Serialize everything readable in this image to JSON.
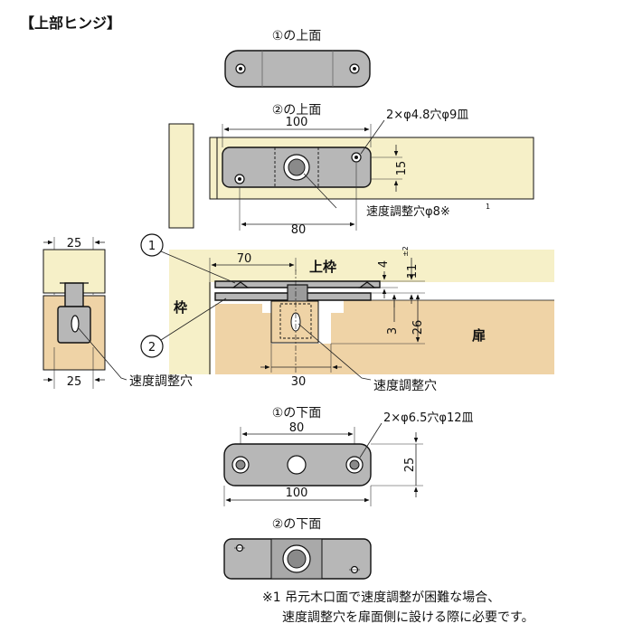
{
  "title": "【上部ヒンジ】",
  "views": {
    "top1": "①の上面",
    "top2": "②の上面",
    "bottom1": "①の下面",
    "bottom2": "②の下面"
  },
  "dims": {
    "top2_width": "100",
    "top2_pitch": "80",
    "top2_height": "15",
    "top2_holes": "2×φ4.8穴φ9皿",
    "top2_speed_hole": "速度調整穴φ8※",
    "top2_speed_mark": "1",
    "side_top": "25",
    "side_bottom": "25",
    "section_70": "70",
    "section_4": "4",
    "section_11": "11",
    "section_11_tol": "±2",
    "section_3": "3",
    "section_26": "26",
    "section_30": "30",
    "bottom1_pitch": "80",
    "bottom1_holes": "2×φ6.5穴φ12皿",
    "bottom1_height": "25",
    "bottom1_width": "100"
  },
  "labels": {
    "upper_frame": "上枠",
    "frame": "枠",
    "door": "扉",
    "callout_1": "1",
    "callout_2": "2",
    "speed_hole_left": "速度調整穴",
    "speed_hole_right": "速度調整穴"
  },
  "footnote": {
    "mark": "※1",
    "line1": "吊元木口面で速度調整が困難な場合、",
    "line2": "速度調整穴を扉面側に設ける際に必要です。"
  },
  "colors": {
    "wood_light": "#f6f0c8",
    "wood_door": "#efd3a6",
    "part_fill": "#b7b7b7"
  }
}
